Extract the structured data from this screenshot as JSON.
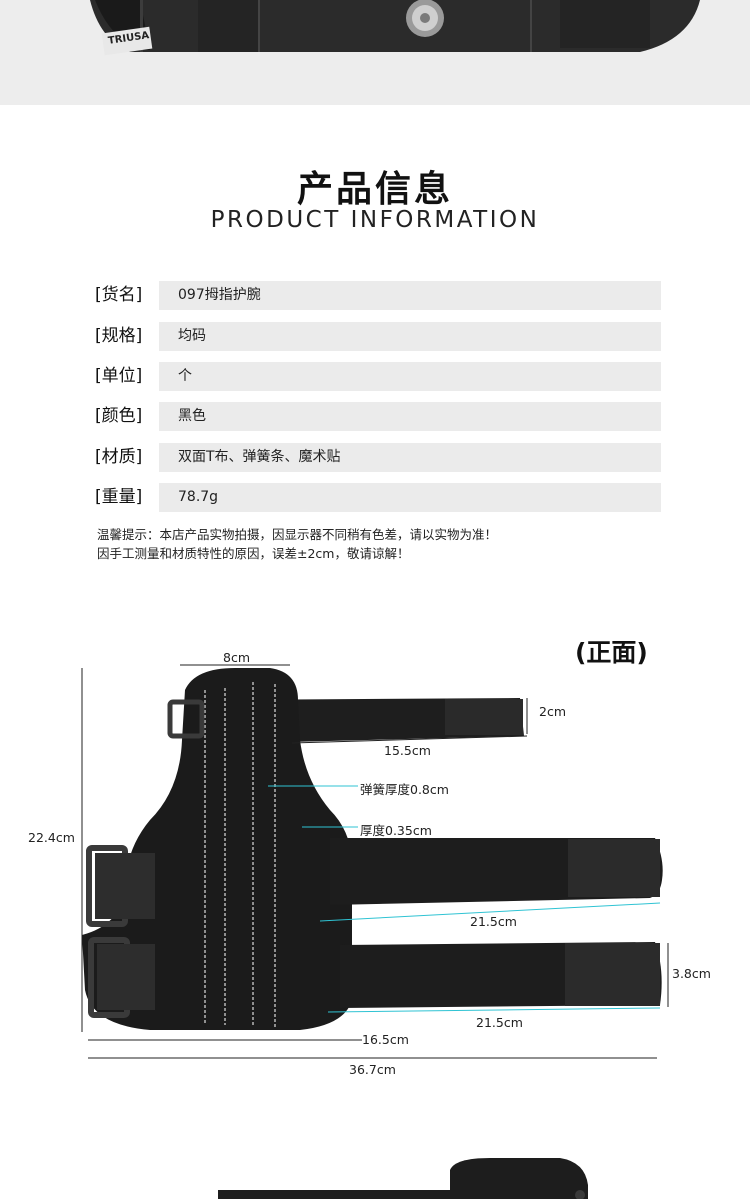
{
  "top_photo": {
    "subject": "jeans-back-pocket",
    "label_text": "TRIUSA"
  },
  "header": {
    "title_cn": "产品信息",
    "title_en": "PRODUCT INFORMATION"
  },
  "info_table": [
    {
      "label": "[货名]",
      "value": "097拇指护腕"
    },
    {
      "label": "[规格]",
      "value": "均码"
    },
    {
      "label": "[单位]",
      "value": "个"
    },
    {
      "label": "[颜色]",
      "value": "黑色"
    },
    {
      "label": "[材质]",
      "value": "双面T布、弹簧条、魔术贴"
    },
    {
      "label": "[重量]",
      "value": "78.7g"
    }
  ],
  "notes": [
    "温馨提示：本店产品实物拍摄，因显示器不同稍有色差，请以实物为准！",
    "因手工测量和材质特性的原因，误差±2cm，敬请谅解！"
  ],
  "diagram": {
    "view_label": "(正面)",
    "dimensions": {
      "top_width": "8cm",
      "strap_width": "2cm",
      "strap_length": "15.5cm",
      "spring_thickness": "弹簧厚度0.8cm",
      "thickness": "厚度0.35cm",
      "height": "22.4cm",
      "strap2_length": "21.5cm",
      "strap3_width": "3.8cm",
      "strap3_length": "21.5cm",
      "body_width": "16.5cm",
      "total_width": "36.7cm"
    }
  },
  "colors": {
    "band_bg": "#ededed",
    "row_bg": "#ebebeb",
    "product": "#1d1d1d",
    "accent_line": "#2fc3d3"
  }
}
